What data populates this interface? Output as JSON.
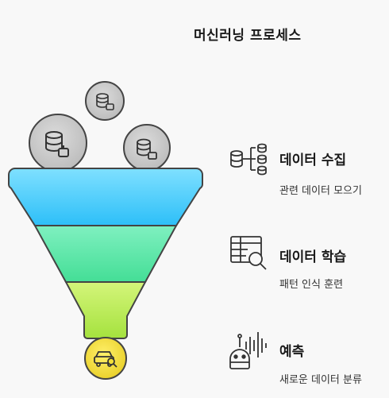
{
  "title": "머신러닝 프로세스",
  "steps": [
    {
      "title": "데이터 수집",
      "description": "관련 데이터 모으기",
      "icon": "database-network-icon"
    },
    {
      "title": "데이터 학습",
      "description": "패턴 인식 훈련",
      "icon": "table-search-icon"
    },
    {
      "title": "예측",
      "description": "새로운 데이터 분류",
      "icon": "robot-voice-icon"
    }
  ],
  "funnel": {
    "inputs_icon": "database-robot-icon",
    "output_icon": "car-search-icon",
    "colors": {
      "top": "#3fc9fb",
      "middle": "#52e6a3",
      "bottom": "#b8ee5c",
      "output": "#f2df3a",
      "circles": "#cccccc"
    }
  }
}
